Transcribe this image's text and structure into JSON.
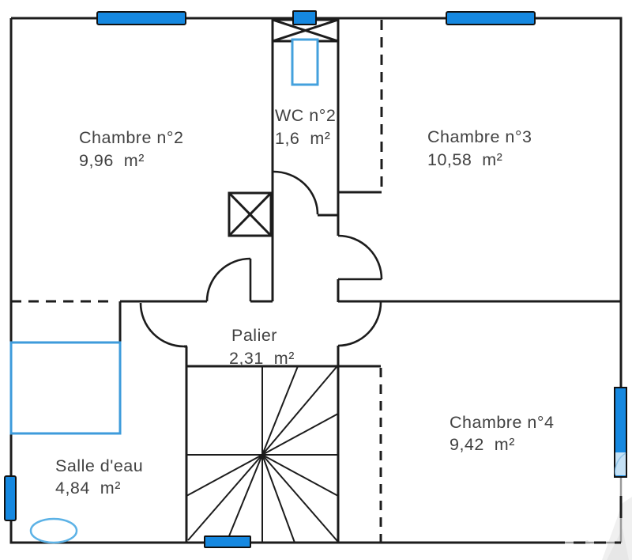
{
  "plan": {
    "type": "floor-plan",
    "language": "fr",
    "rooms": [
      {
        "id": "chambre2",
        "name": "Chambre n°2",
        "area": "9,96  m²"
      },
      {
        "id": "wc2",
        "name": "WC n°2",
        "area": "1,6  m²"
      },
      {
        "id": "chambre3",
        "name": "Chambre n°3",
        "area": "10,58  m²"
      },
      {
        "id": "palier",
        "name": "Palier",
        "area": "2,31  m²"
      },
      {
        "id": "chambre4",
        "name": "Chambre n°4",
        "area": "9,42  m²"
      },
      {
        "id": "salle_deau",
        "name": "Salle d'eau",
        "area": "4,84  m²"
      }
    ],
    "fixtures": [
      "toilet",
      "shower-tray",
      "washbasin",
      "duct-shaft-wc",
      "duct-shaft-chimney",
      "winder-staircase"
    ],
    "windows": {
      "count": 6,
      "positions": [
        "top-left",
        "top-wc",
        "top-right",
        "right-chambre4",
        "left-salle-deau",
        "bottom-stairs"
      ]
    },
    "colors": {
      "wall": "#1c1c1c",
      "wall_faded": "#9a9a9a",
      "window_fill": "#1588e0",
      "window_light_fill": "#c5e1f5",
      "toilet_stroke": "#44a1dd",
      "shower_stroke": "#3e9bdb",
      "basin_stroke": "#5cb2e6",
      "text": "#424242",
      "background": "#ffffff"
    }
  }
}
